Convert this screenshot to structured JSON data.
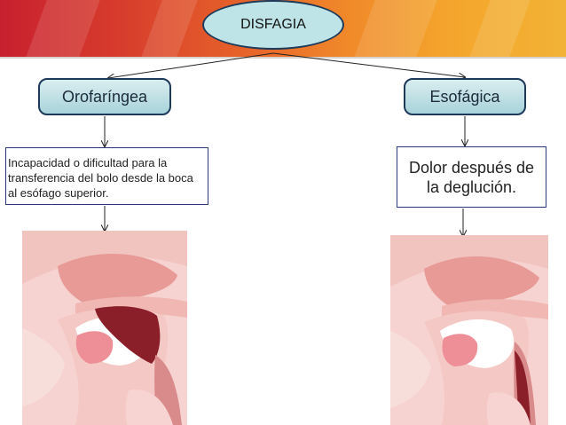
{
  "root": {
    "label": "DISFAGIA"
  },
  "branches": [
    {
      "label": "Orofaríngea",
      "description": "Incapacidad o dificultad para la transferencia del bolo desde la boca al esófago superior."
    },
    {
      "label": "Esofágica",
      "description": "Dolor después de la deglución."
    }
  ],
  "colors": {
    "root_fill": "#bfe4e8",
    "node_border": "#1e3a5a",
    "bolus_highlight": "#8a1f2a"
  }
}
